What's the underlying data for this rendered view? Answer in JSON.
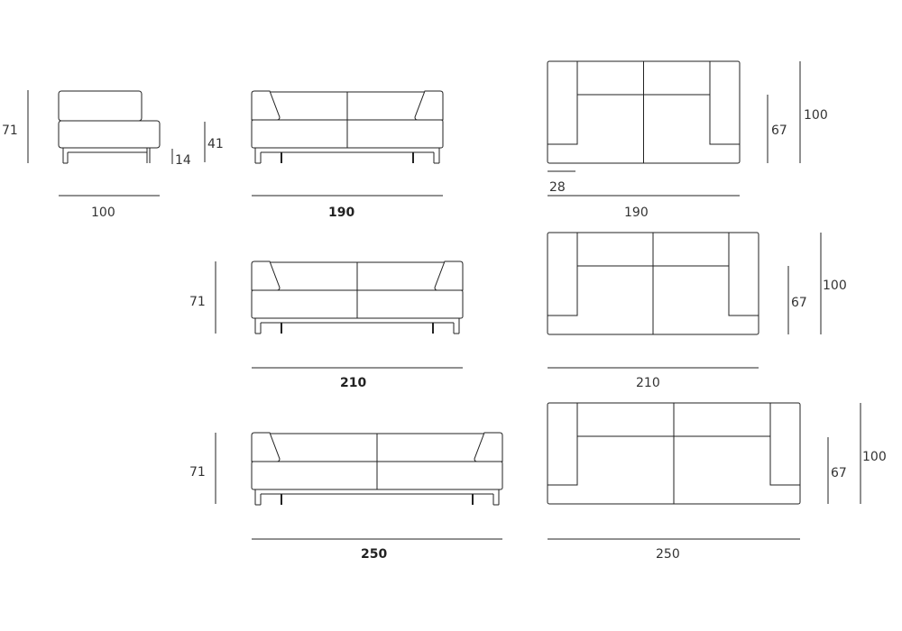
{
  "views": {
    "side": {
      "height": "71",
      "leg": "14",
      "seat": "41",
      "width": "100"
    },
    "front_190": {
      "width": "190"
    },
    "top_190": {
      "arm": "28",
      "width": "190",
      "depth_seat": "67",
      "depth": "100"
    },
    "front_210": {
      "height": "71",
      "width": "210"
    },
    "top_210": {
      "width": "210",
      "depth_seat": "67",
      "depth": "100"
    },
    "front_250": {
      "height": "71",
      "width": "250"
    },
    "top_250": {
      "width": "250",
      "depth_seat": "67",
      "depth": "100"
    }
  },
  "colors": {
    "line": "#222222",
    "text": "#333333"
  }
}
